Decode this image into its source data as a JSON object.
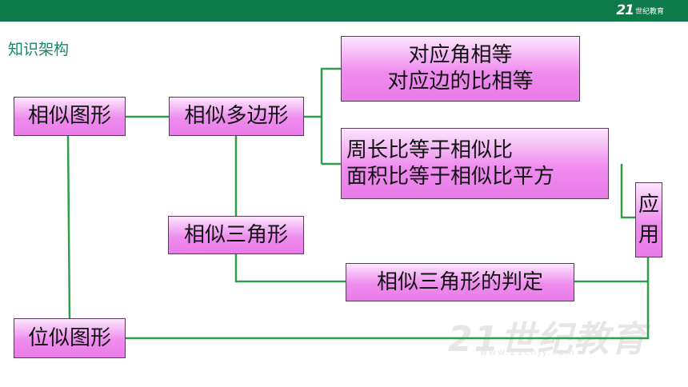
{
  "header": {
    "logo_mark": "21",
    "logo_text": "世纪教育"
  },
  "title": "知识架构",
  "watermark": {
    "mark": "21世纪教育",
    "url": "www.21cnjy.com"
  },
  "colors": {
    "accent": "#0d7a4b",
    "line": "#2e9e4a",
    "node_fill": "#ef8cef"
  },
  "nodes": {
    "similar_figures": "相似图形",
    "similar_polygons": "相似多边形",
    "corr_angles": "对应角相等",
    "corr_sides": "对应边的比相等",
    "perimeter_ratio": "周长比等于相似比",
    "area_ratio": "面积比等于相似比平方",
    "similar_triangles": "相似三角形",
    "triangle_criteria": "相似三角形的判定",
    "homothetic_figures": "位似图形",
    "application": [
      "应",
      "用"
    ]
  }
}
